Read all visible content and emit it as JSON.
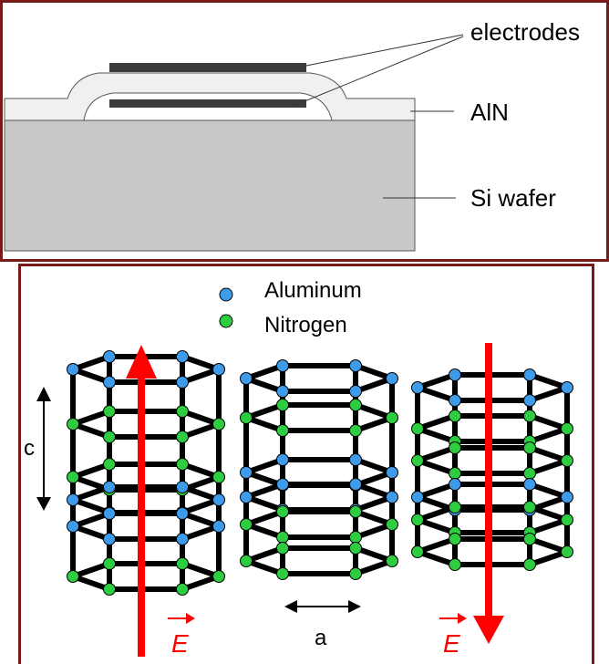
{
  "top_panel": {
    "labels": {
      "electrodes": "electrodes",
      "aln": "AlN",
      "si_wafer": "Si wafer"
    },
    "colors": {
      "wafer": "#c8c8c8",
      "aln_layer": "#f0f0f0",
      "electrode": "#3c3c3c",
      "frame": "#7b1a1a"
    }
  },
  "bottom_panel": {
    "legend": [
      {
        "label": "Aluminum",
        "color": "#3d9be9"
      },
      {
        "label": "Nitrogen",
        "color": "#2ecc40"
      }
    ],
    "lattice_labels": {
      "c": "c",
      "a": "a"
    },
    "field_labels": {
      "left": "E",
      "right": "E"
    },
    "colors": {
      "arrow": "#ff0000",
      "bond": "#000000"
    }
  }
}
